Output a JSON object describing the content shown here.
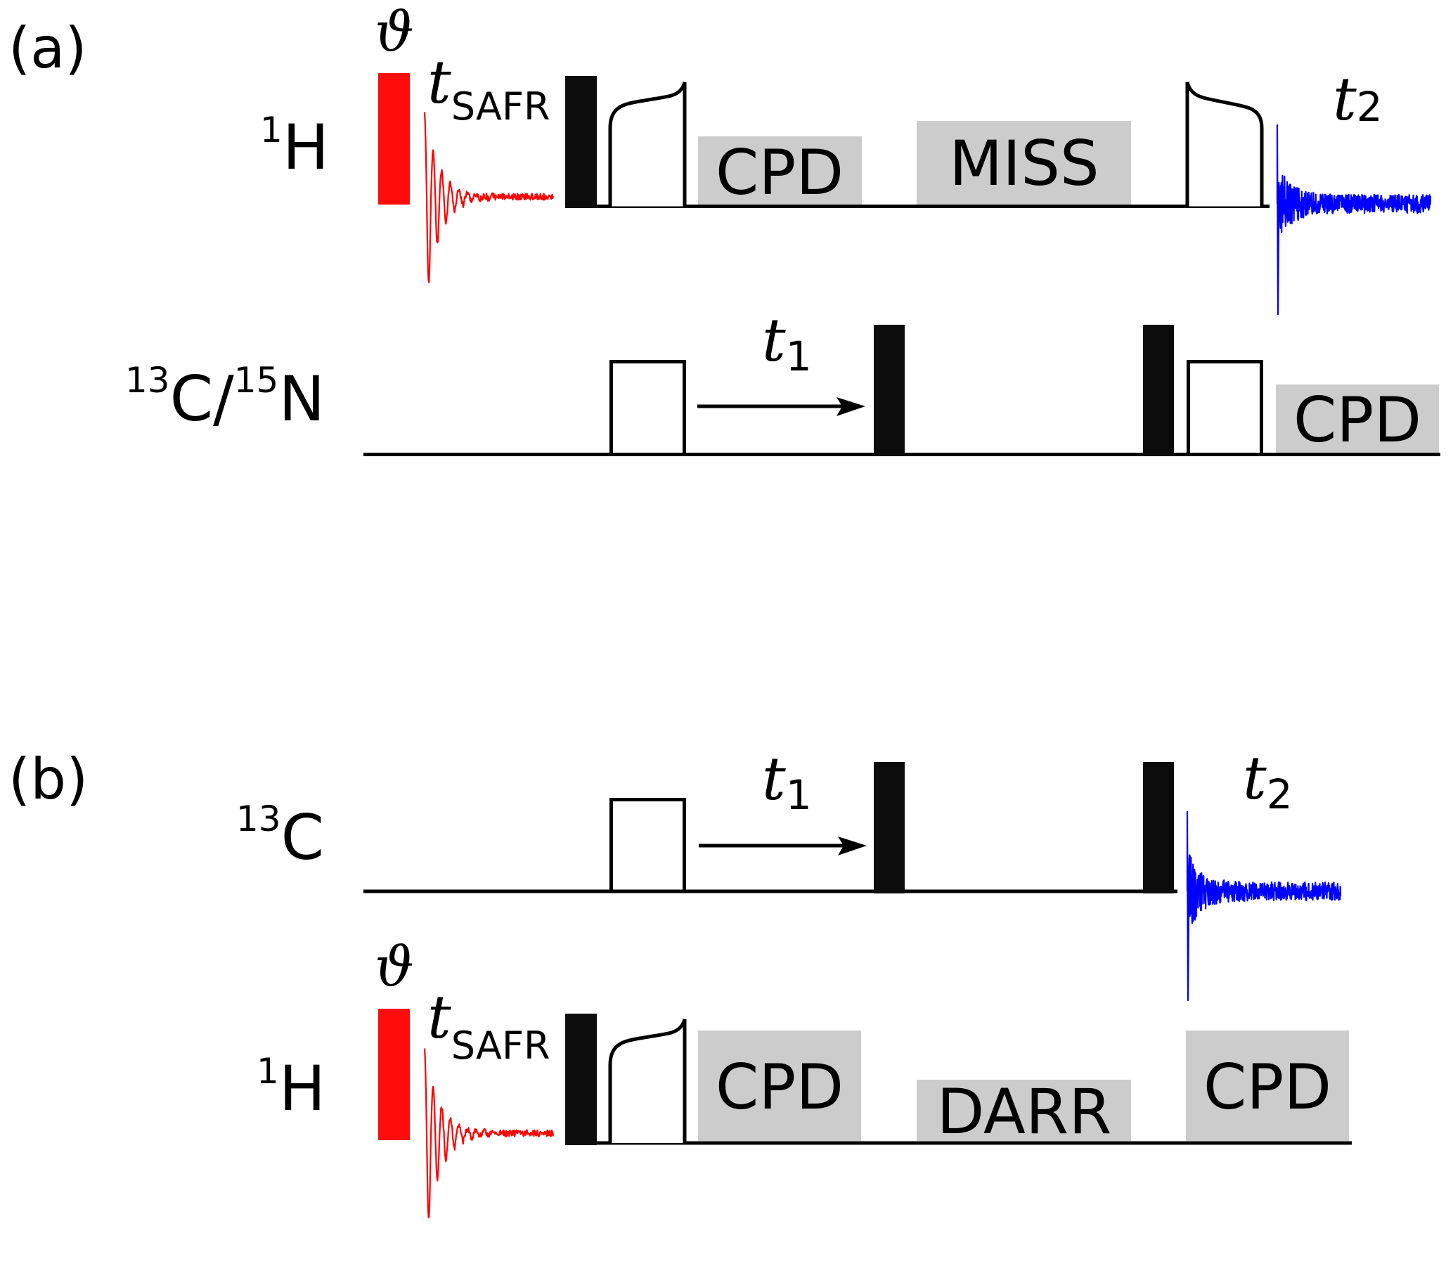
{
  "figure": "NMR pulse sequence diagrams",
  "colors": {
    "safr_pulse": "#ff0c0c",
    "safr_fid": "#ff0000",
    "detect_fid": "#0000ff",
    "hard_pulse": "#0c0c0c",
    "decoupling_box": "#cccccc"
  },
  "panels": [
    {
      "label": "(a)",
      "channels": [
        {
          "nucleus_sup": "1",
          "nucleus": "H",
          "flip_angle": "ϑ",
          "delay_main": "t",
          "delay_sub": "SAFR",
          "blocks": [
            "CPD",
            "MISS"
          ],
          "acq_main": "t",
          "acq_sub": "2"
        },
        {
          "nucleus_sup1": "13",
          "nucleus1": "C/",
          "nucleus_sup2": "15",
          "nucleus2": "N",
          "evolution_main": "t",
          "evolution_sub": "1",
          "blocks": [
            "CPD"
          ]
        }
      ]
    },
    {
      "label": "(b)",
      "channels": [
        {
          "nucleus_sup": "13",
          "nucleus": "C",
          "evolution_main": "t",
          "evolution_sub": "1",
          "acq_main": "t",
          "acq_sub": "2"
        },
        {
          "nucleus_sup": "1",
          "nucleus": "H",
          "flip_angle": "ϑ",
          "delay_main": "t",
          "delay_sub": "SAFR",
          "blocks": [
            "CPD",
            "DARR",
            "CPD"
          ]
        }
      ]
    }
  ]
}
